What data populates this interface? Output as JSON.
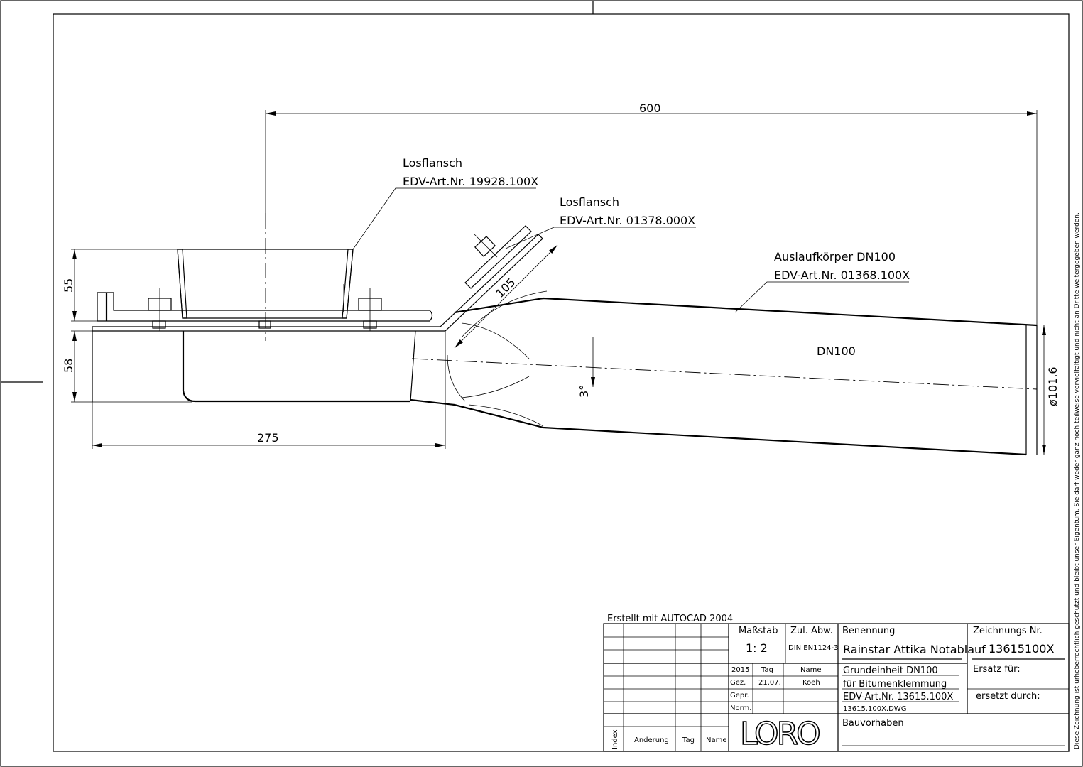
{
  "labels": {
    "losflansch_1_title": "Losflansch",
    "losflansch_1_art": "EDV-Art.Nr. 19928.100X",
    "losflansch_2_title": "Losflansch",
    "losflansch_2_art": "EDV-Art.Nr. 01378.000X",
    "auslauf_title": "Auslaufkörper DN100",
    "auslauf_art": "EDV-Art.Nr. 01368.100X",
    "dn": "DN100"
  },
  "dimensions": {
    "length_total": "600",
    "height_upper": "55",
    "height_lower": "58",
    "length_body": "275",
    "flange_length": "105",
    "angle": "3°",
    "diameter": "ø101.6"
  },
  "copyright_note": "Diese Zeichnung ist urheberrechtlich geschützt und bleibt unser Eigentum. Sie darf weder ganz noch teilweise vervielfältigt und nicht an Dritte weitergegeben werden.",
  "title_block": {
    "created_with": "Erstellt mit AUTOCAD 2004",
    "scale_label": "Maßstab",
    "scale_value": "1: 2",
    "tolerance_label": "Zul. Abw.",
    "tolerance_value": "DIN EN1124-3",
    "name_label": "Benennung",
    "name_value": "Rainstar Attika Notablauf",
    "drawing_no_label": "Zeichnungs Nr.",
    "drawing_no_value": "13615100X",
    "year": "2015",
    "day_label": "Tag",
    "person_label": "Name",
    "drawn_label": "Gez.",
    "drawn_date": "21.07.",
    "drawn_name": "Koeh",
    "checked_label": "Gepr.",
    "norm_label": "Norm.",
    "desc_1": "Grundeinheit DN100",
    "desc_2": "für Bitumenklemmung",
    "desc_3": "EDV-Art.Nr. 13615.100X",
    "file_name": "13615.100X.DWG",
    "replaces_label": "Ersatz für:",
    "replaced_by_label": "ersetzt durch:",
    "project_label": "Bauvorhaben",
    "company_logo": "LORO",
    "rev_index": "Index",
    "rev_change": "Änderung",
    "rev_day": "Tag",
    "rev_name": "Name"
  }
}
